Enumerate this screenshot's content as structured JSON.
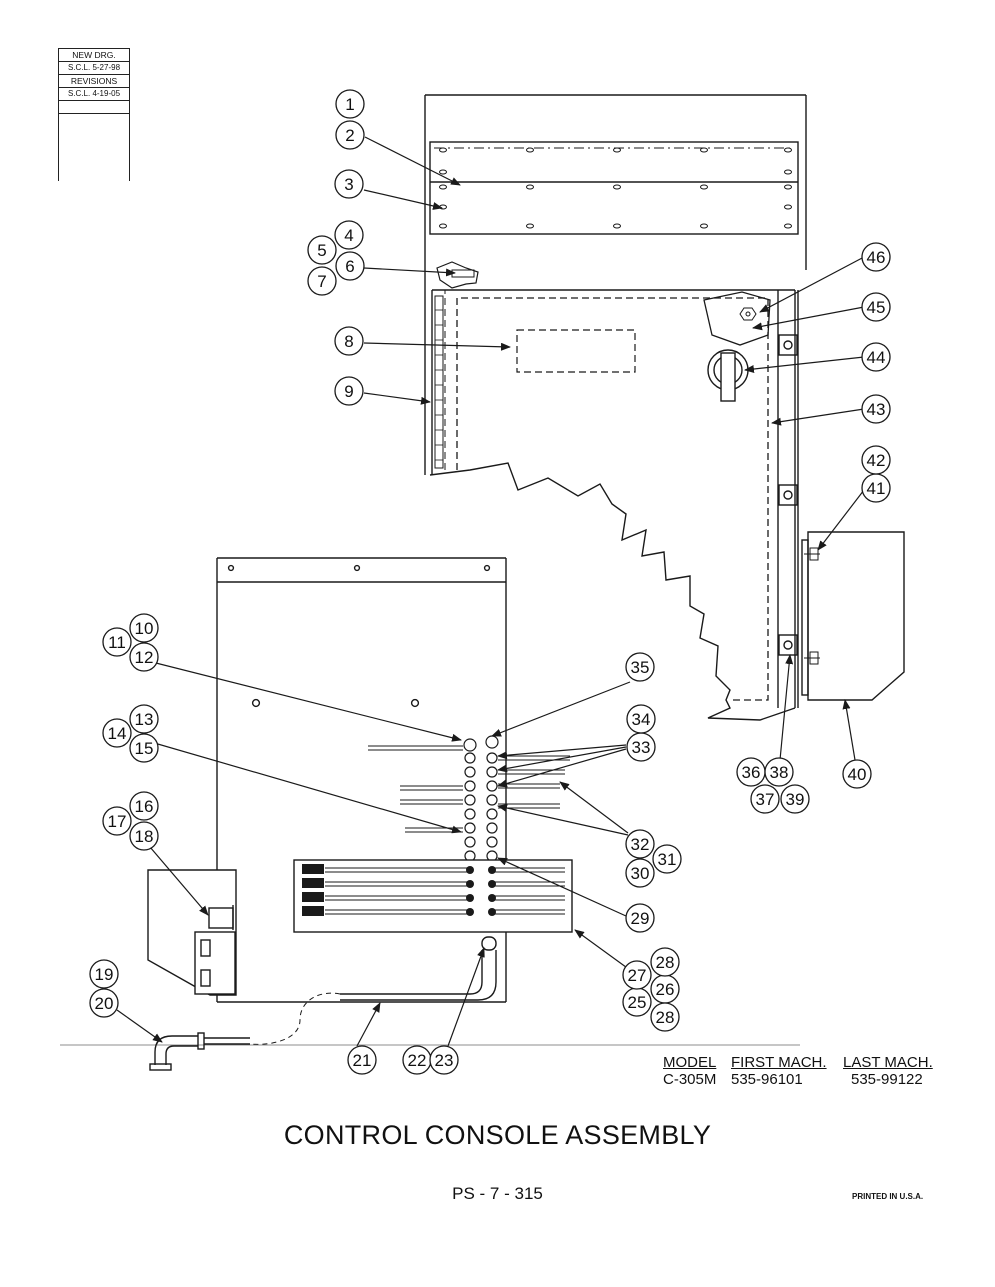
{
  "revision_block": {
    "new_drawing_label": "NEW DRG.",
    "new_drawing_value": "S.C.L. 5-27-98",
    "revisions_label": "REVISIONS",
    "revision_value": "S.C.L. 4-19-05"
  },
  "callouts": [
    "1",
    "2",
    "3",
    "4",
    "5",
    "6",
    "7",
    "8",
    "9",
    "10",
    "11",
    "12",
    "13",
    "14",
    "15",
    "16",
    "17",
    "18",
    "19",
    "20",
    "21",
    "22",
    "23",
    "25",
    "26",
    "27",
    "28",
    "29",
    "30",
    "31",
    "32",
    "33",
    "34",
    "35",
    "36",
    "37",
    "38",
    "39",
    "40",
    "41",
    "42",
    "43",
    "44",
    "45",
    "46"
  ],
  "model_table": {
    "headers": [
      "MODEL",
      "FIRST MACH.",
      "LAST MACH."
    ],
    "rows": [
      [
        "C-305M",
        "535-96101",
        "535-99122"
      ]
    ]
  },
  "title": "CONTROL CONSOLE ASSEMBLY",
  "page_number": "PS - 7 - 315",
  "printed_note": "PRINTED IN U.S.A."
}
